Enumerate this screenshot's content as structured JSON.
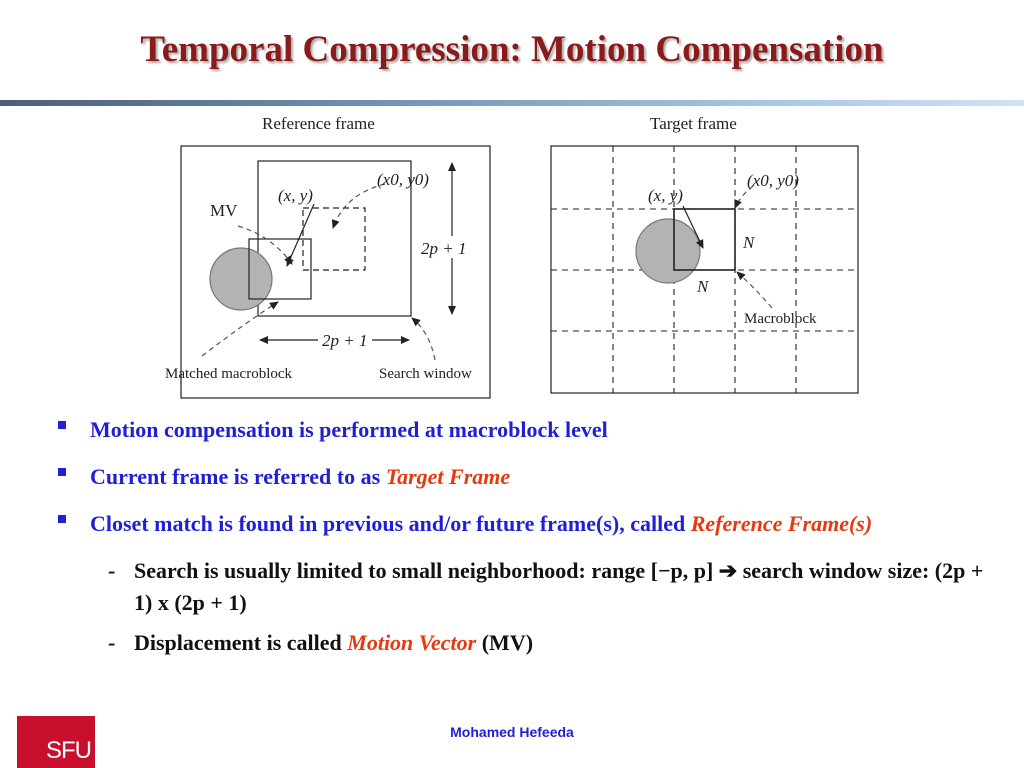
{
  "slide": {
    "title": "Temporal Compression: Motion Compensation"
  },
  "figure": {
    "left": {
      "caption": "Reference frame",
      "mv": "MV",
      "xy": "(x, y)",
      "x0y0": "(x0, y0)",
      "vert_dim": "2p + 1",
      "horiz_dim": "2p + 1",
      "matched": "Matched macroblock",
      "search": "Search window"
    },
    "right": {
      "caption": "Target frame",
      "xy": "(x, y)",
      "x0y0": "(x0, y0)",
      "n_side": "N",
      "n_bottom": "N",
      "macroblock": "Macroblock"
    }
  },
  "bullets": [
    {
      "text": "Motion compensation is performed at macroblock level",
      "hl": ""
    },
    {
      "text": "Current frame is referred to as ",
      "hl": "Target Frame"
    },
    {
      "text": "Closet match is found in previous and/or future frame(s), called ",
      "hl": "Reference Frame(s)"
    }
  ],
  "subbullets": [
    {
      "text": "Search is usually limited to small neighborhood: range [−p, p] ➔ search window size: (2p + 1) x (2p + 1)"
    },
    {
      "pre": "Displacement  is called ",
      "hl": "Motion Vector",
      "post": " (MV)"
    }
  ],
  "footer": {
    "author": "Mohamed  Hefeeda",
    "logo_text": "SFU"
  },
  "colors": {
    "title": "#8b1a1a",
    "bullet_text": "#1f1fd6",
    "highlight": "#e8380e",
    "logo_bg": "#c8102e"
  }
}
